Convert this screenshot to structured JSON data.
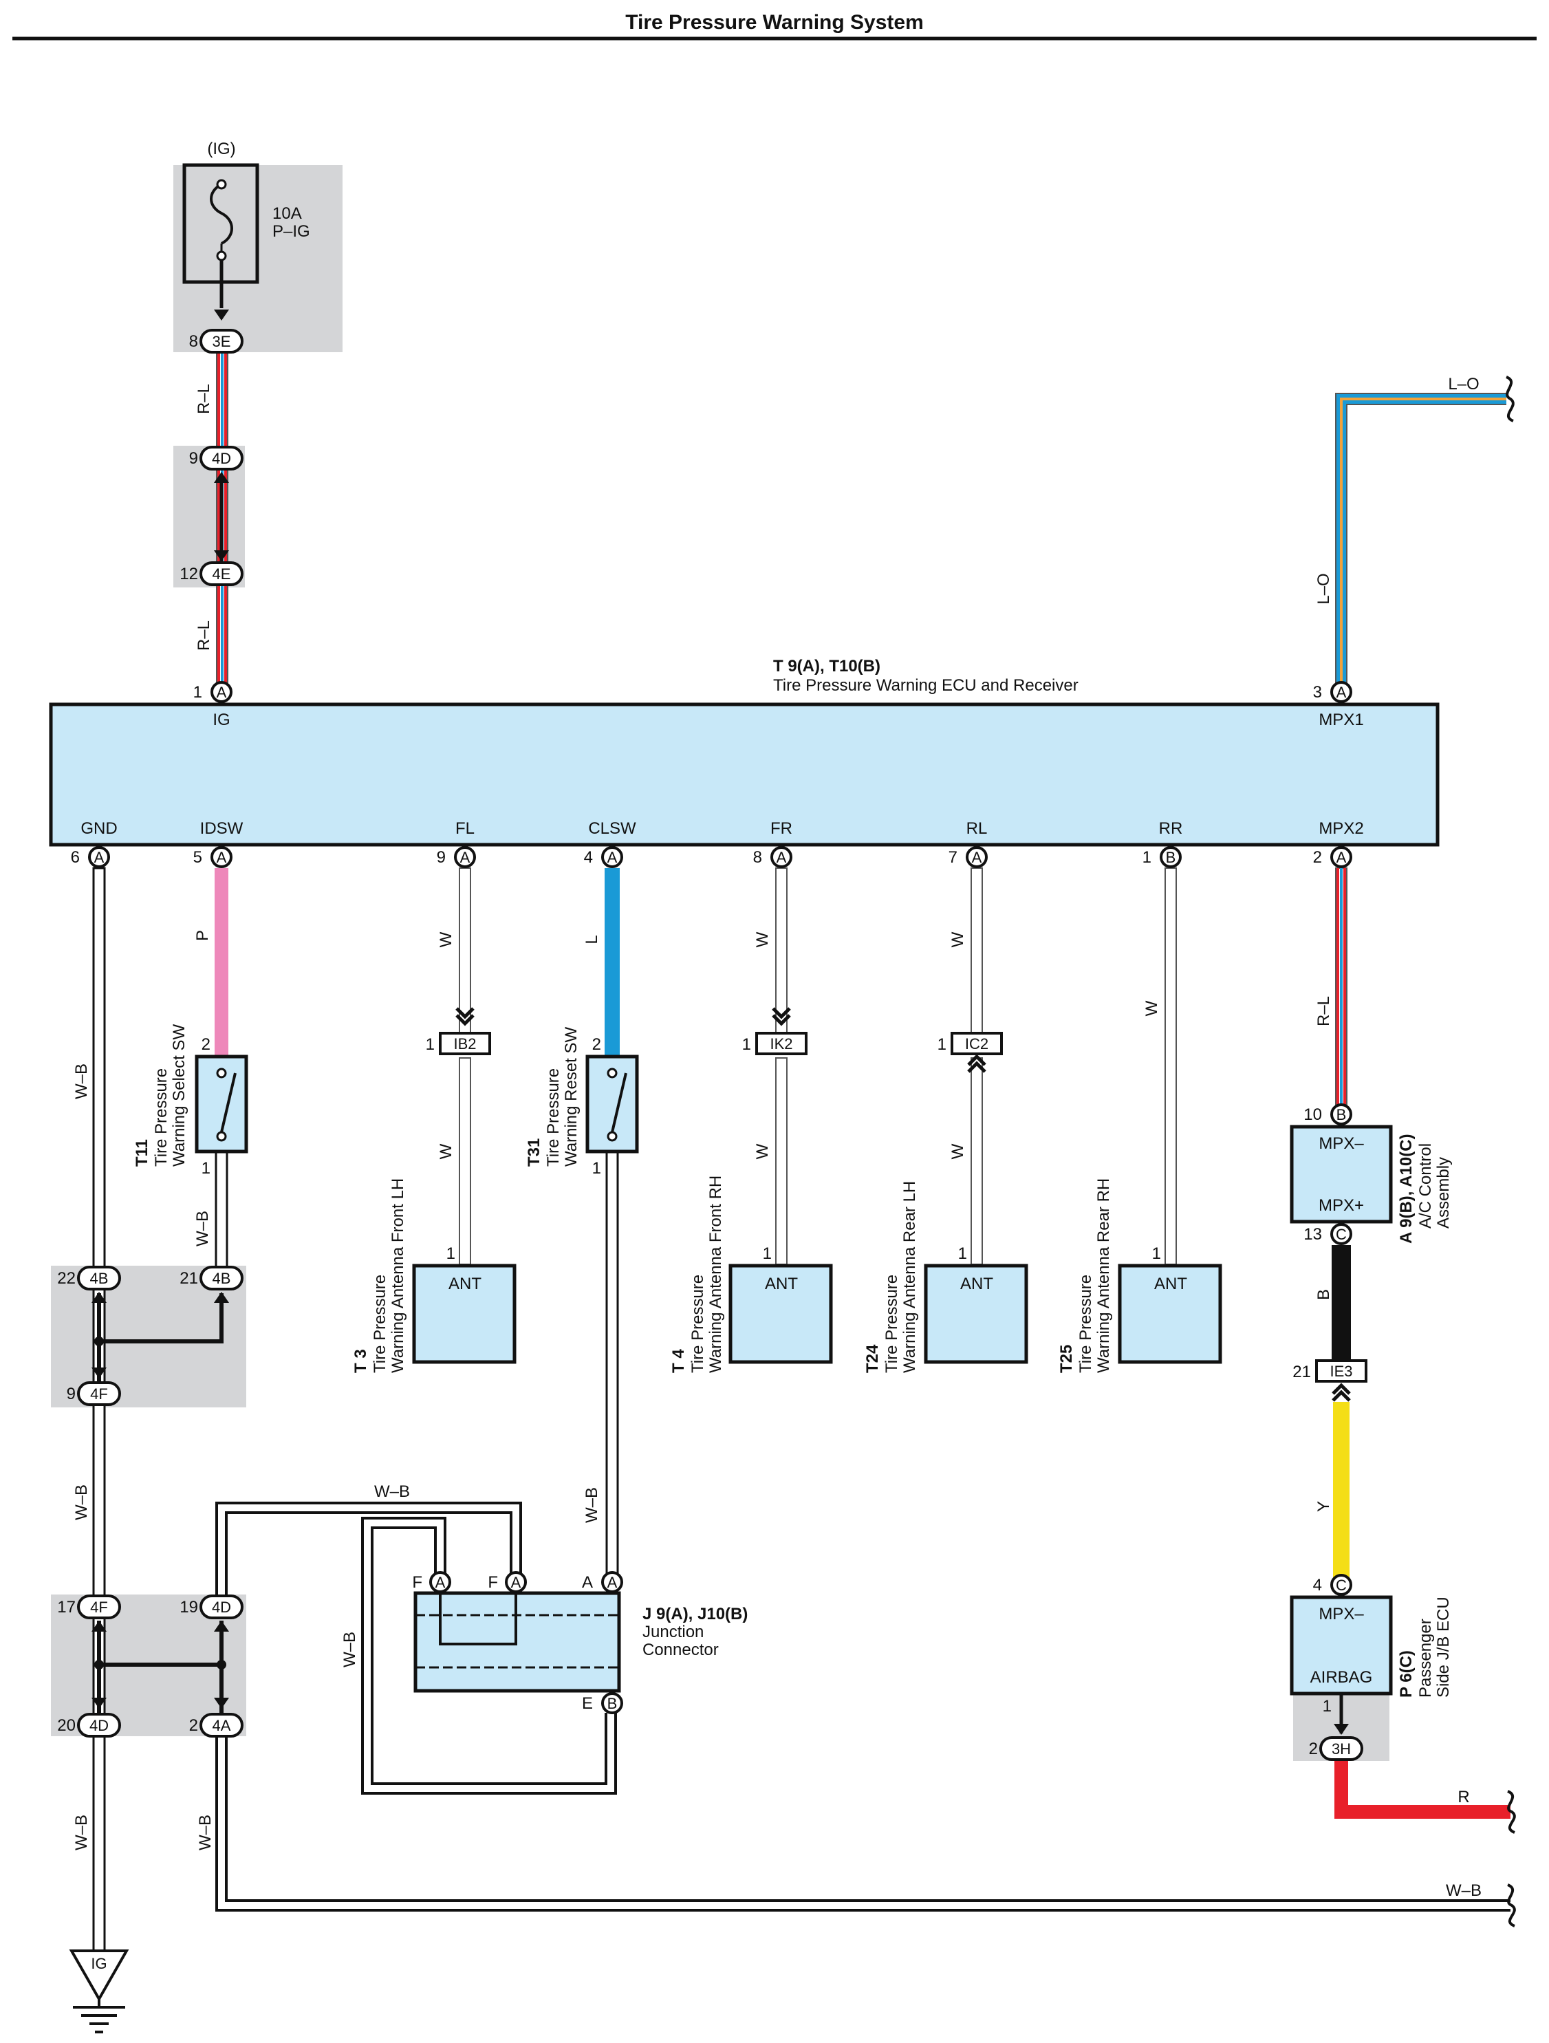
{
  "title": "Tire Pressure Warning System",
  "fuse": {
    "circuit": "(IG)",
    "rating": "10A",
    "name": "P–IG"
  },
  "ecu": {
    "id": "T 9(A), T10(B)",
    "name": "Tire Pressure Warning ECU and Receiver",
    "top_pins": [
      {
        "no": "1",
        "conn": "A",
        "label": "IG"
      },
      {
        "no": "3",
        "conn": "A",
        "label": "MPX1"
      }
    ],
    "bottom_pins": [
      {
        "no": "6",
        "conn": "A",
        "label": "GND"
      },
      {
        "no": "5",
        "conn": "A",
        "label": "IDSW"
      },
      {
        "no": "9",
        "conn": "A",
        "label": "FL"
      },
      {
        "no": "4",
        "conn": "A",
        "label": "CLSW"
      },
      {
        "no": "8",
        "conn": "A",
        "label": "FR"
      },
      {
        "no": "7",
        "conn": "A",
        "label": "RL"
      },
      {
        "no": "1",
        "conn": "B",
        "label": "RR"
      },
      {
        "no": "2",
        "conn": "A",
        "label": "MPX2"
      }
    ]
  },
  "junctions": {
    "j3E": {
      "pin": "8",
      "name": "3E"
    },
    "j4D_top": {
      "pin": "9",
      "name": "4D"
    },
    "j4E": {
      "pin": "12",
      "name": "4E"
    },
    "j4B_left": {
      "pin": "22",
      "name": "4B"
    },
    "j4B_right": {
      "pin": "21",
      "name": "4B"
    },
    "j4F_a": {
      "pin": "9",
      "name": "4F"
    },
    "j4F_b": {
      "pin": "17",
      "name": "4F"
    },
    "j4D_b": {
      "pin": "19",
      "name": "4D"
    },
    "j4D_c": {
      "pin": "20",
      "name": "4D"
    },
    "j4A": {
      "pin": "2",
      "name": "4A"
    },
    "j3H": {
      "pin": "2",
      "name": "3H"
    }
  },
  "connectors": {
    "ib2": {
      "pin": "1",
      "name": "IB2"
    },
    "ik2": {
      "pin": "1",
      "name": "IK2"
    },
    "ic2": {
      "pin": "1",
      "name": "IC2"
    },
    "ie3": {
      "pin": "21",
      "name": "IE3"
    }
  },
  "wires": {
    "rl": "R–L",
    "lo": "L–O",
    "p": "P",
    "w": "W",
    "l": "L",
    "wb": "W–B",
    "b": "B",
    "y": "Y",
    "r": "R"
  },
  "switches": {
    "t11": {
      "id": "T11",
      "line1": "Tire Pressure",
      "line2": "Warning Select SW",
      "pin_top": "2",
      "pin_bottom": "1"
    },
    "t31": {
      "id": "T31",
      "line1": "Tire Pressure",
      "line2": "Warning Reset SW",
      "pin_top": "2",
      "pin_bottom": "1"
    }
  },
  "antennas": [
    {
      "id": "T 3",
      "line1": "Tire Pressure",
      "line2": "Warning Antenna Front LH",
      "label": "ANT",
      "pin": "1"
    },
    {
      "id": "T 4",
      "line1": "Tire Pressure",
      "line2": "Warning Antenna Front RH",
      "label": "ANT",
      "pin": "1"
    },
    {
      "id": "T24",
      "line1": "Tire Pressure",
      "line2": "Warning Antenna Rear LH",
      "label": "ANT",
      "pin": "1"
    },
    {
      "id": "T25",
      "line1": "Tire Pressure",
      "line2": "Warning Antenna Rear RH",
      "label": "ANT",
      "pin": "1"
    }
  ],
  "ac": {
    "id": "A 9(B), A10(C)",
    "line1": "A/C Control",
    "line2": "Assembly",
    "top_label": "MPX–",
    "bottom_label": "MPX+",
    "pin_top": "10",
    "conn_top": "B",
    "pin_bottom": "13",
    "conn_bottom": "C"
  },
  "jb": {
    "id": "P 6(C)",
    "line1": "Passenger",
    "line2": "Side J/B ECU",
    "top_label": "MPX–",
    "bottom_label": "AIRBAG",
    "pin_top": "4",
    "conn_top": "C",
    "pin_out": "1"
  },
  "junction_connector": {
    "id": "J 9(A), J10(B)",
    "line1": "Junction",
    "line2": "Connector",
    "pins": [
      "F",
      "F",
      "A",
      "E"
    ],
    "conns": [
      "A",
      "A",
      "A",
      "B"
    ]
  },
  "ground": "IG"
}
